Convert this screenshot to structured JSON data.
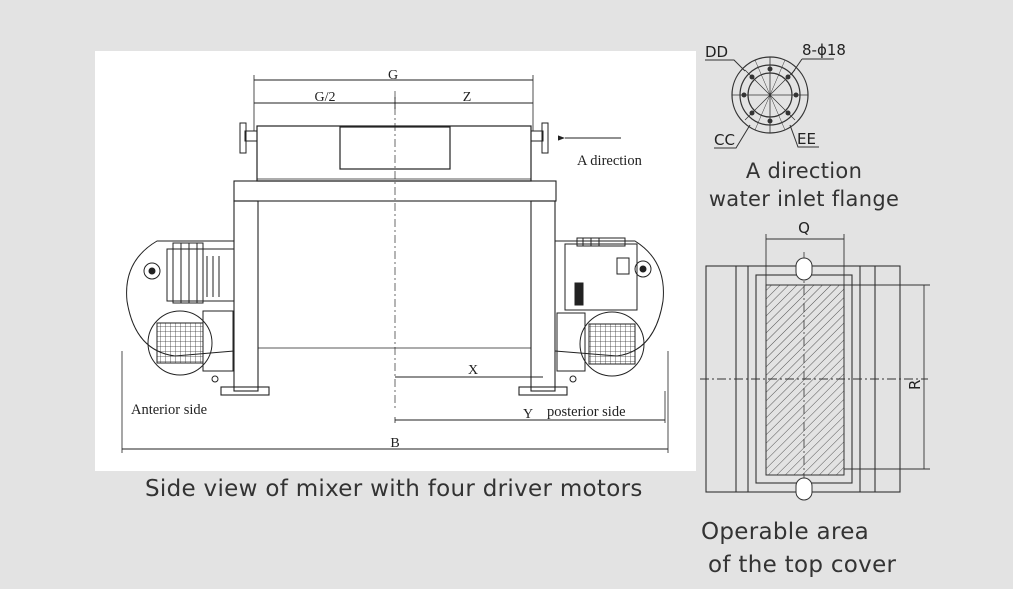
{
  "side_view": {
    "dimension_labels": {
      "g": "G",
      "g_half": "G/2",
      "z": "Z",
      "x": "X",
      "y": "Y",
      "b": "B"
    },
    "a_direction_label": "A direction",
    "anterior_label": "Anterior side",
    "posterior_label": "posterior side",
    "caption": "Side view of mixer with four driver motors"
  },
  "flange_view": {
    "labels": {
      "dd": "DD",
      "holes": "8-ϕ18",
      "cc": "CC",
      "ee": "EE"
    },
    "caption_line1": "A direction",
    "caption_line2": "water inlet flange"
  },
  "top_cover_view": {
    "labels": {
      "q": "Q",
      "r": "R"
    },
    "caption_line1": "Operable area",
    "caption_line2": "of the top cover"
  }
}
